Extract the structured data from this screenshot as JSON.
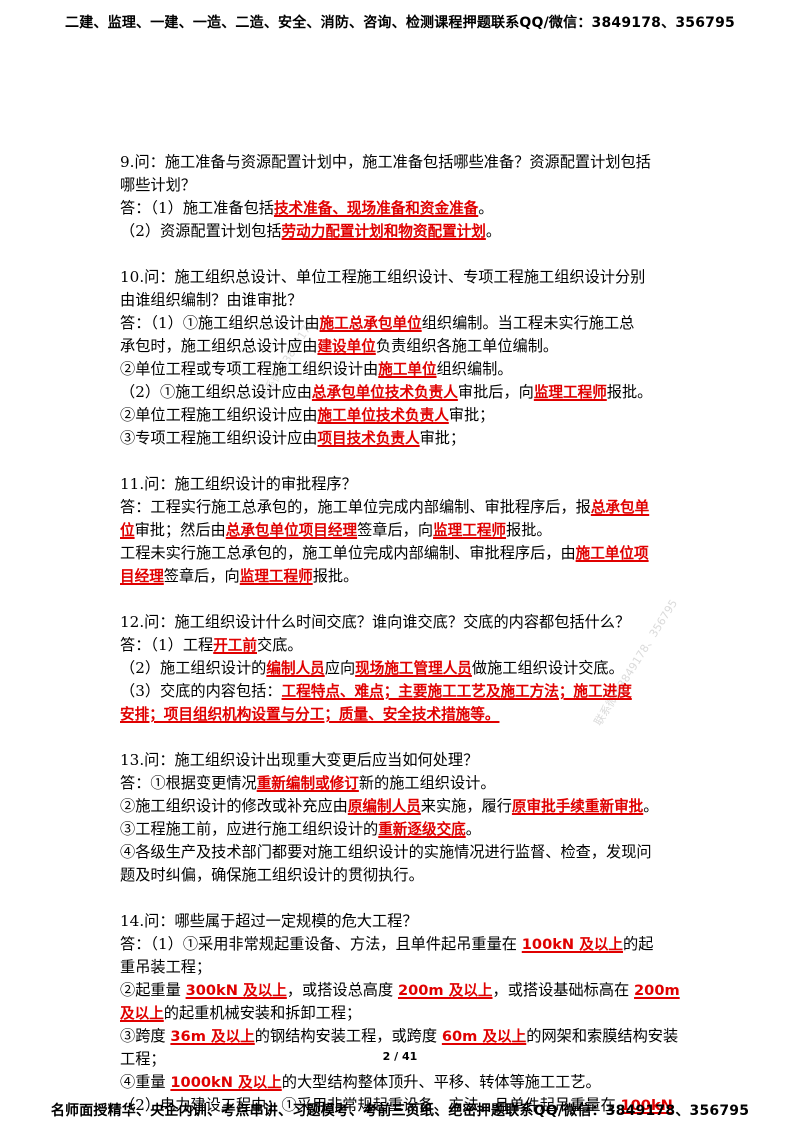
{
  "header": {
    "banner": "二建、监理、一建、一造、二造、安全、消防、咨询、检测课程押题联系QQ/微信：3849178、356795"
  },
  "footer": {
    "banner": "名师面授精华、央企内训、考点串讲、习题模考、考前三页纸、绝密押题联系QQ/微信：3849178、356795",
    "page_number": "2 / 41"
  },
  "watermarks": [
    "联系微信3849178",
    "联系微信3849178、356795"
  ],
  "sections": [
    {
      "lines": [
        [
          {
            "t": "9.问：施工准备与资源配置计划中，施工准备包括哪些准备？资源配置计划包括"
          }
        ],
        [
          {
            "t": "哪些计划？"
          }
        ],
        [
          {
            "t": "答：（1）施工准备包括"
          },
          {
            "t": "技术准备、现场准备和资金准备",
            "h": true
          },
          {
            "t": "。"
          }
        ],
        [
          {
            "t": "（2）资源配置计划包括"
          },
          {
            "t": "劳动力配置计划和物资配置计划",
            "h": true
          },
          {
            "t": "。"
          }
        ]
      ]
    },
    {
      "lines": [
        [
          {
            "t": "10.问：施工组织总设计、单位工程施工组织设计、专项工程施工组织设计分别"
          }
        ],
        [
          {
            "t": "由谁组织编制？由谁审批？"
          }
        ],
        [
          {
            "t": "答：（1）①施工组织总设计由"
          },
          {
            "t": "施工总承包单位",
            "h": true
          },
          {
            "t": "组织编制。当工程未实行施工总"
          }
        ],
        [
          {
            "t": "承包时，施工组织总设计应由"
          },
          {
            "t": "建设单位",
            "h": true
          },
          {
            "t": "负责组织各施工单位编制。"
          }
        ],
        [
          {
            "t": "②单位工程或专项工程施工组织设计由"
          },
          {
            "t": "施工单位",
            "h": true
          },
          {
            "t": "组织编制。"
          }
        ],
        [
          {
            "t": "（2）①施工组织总设计应由"
          },
          {
            "t": "总承包单位技术负责人",
            "h": true
          },
          {
            "t": "审批后，向"
          },
          {
            "t": "监理工程师",
            "h": true
          },
          {
            "t": "报批。"
          }
        ],
        [
          {
            "t": "②单位工程施工组织设计应由"
          },
          {
            "t": "施工单位技术负责人",
            "h": true
          },
          {
            "t": "审批；"
          }
        ],
        [
          {
            "t": "③专项工程施工组织设计应由"
          },
          {
            "t": "项目技术负责人",
            "h": true
          },
          {
            "t": "审批；"
          }
        ]
      ]
    },
    {
      "lines": [
        [
          {
            "t": "11.问：施工组织设计的审批程序？"
          }
        ],
        [
          {
            "t": "答：工程实行施工总承包的，施工单位完成内部编制、审批程序后，报"
          },
          {
            "t": "总承包单",
            "h": true
          }
        ],
        [
          {
            "t": "位",
            "h": true
          },
          {
            "t": "审批；然后由"
          },
          {
            "t": "总承包单位项目经理",
            "h": true
          },
          {
            "t": "签章后，向"
          },
          {
            "t": "监理工程师",
            "h": true
          },
          {
            "t": "报批。"
          }
        ],
        [
          {
            "t": "工程未实行施工总承包的，施工单位完成内部编制、审批程序后，由"
          },
          {
            "t": "施工单位项",
            "h": true
          }
        ],
        [
          {
            "t": "目经理",
            "h": true
          },
          {
            "t": "签章后，向"
          },
          {
            "t": "监理工程师",
            "h": true
          },
          {
            "t": "报批。"
          }
        ]
      ]
    },
    {
      "lines": [
        [
          {
            "t": "12.问：施工组织设计什么时间交底？谁向谁交底？交底的内容都包括什么？"
          }
        ],
        [
          {
            "t": "答：（1）工程"
          },
          {
            "t": "开工前",
            "h": true
          },
          {
            "t": "交底。"
          }
        ],
        [
          {
            "t": "（2）施工组织设计的"
          },
          {
            "t": "编制人员",
            "h": true
          },
          {
            "t": "应向"
          },
          {
            "t": "现场施工管理人员",
            "h": true
          },
          {
            "t": "做施工组织设计交底。"
          }
        ],
        [
          {
            "t": "（3）交底的内容包括："
          },
          {
            "t": "工程特点、难点；主要施工工艺及施工方法；施工进度",
            "h": true
          }
        ],
        [
          {
            "t": "安排；项目组织机构设置与分工；质量、安全技术措施等。",
            "h": true
          }
        ]
      ]
    },
    {
      "lines": [
        [
          {
            "t": "13.问：施工组织设计出现重大变更后应当如何处理？"
          }
        ],
        [
          {
            "t": "答：①根据变更情况"
          },
          {
            "t": "重新编制或修订",
            "h": true
          },
          {
            "t": "新的施工组织设计。"
          }
        ],
        [
          {
            "t": "②施工组织设计的修改或补充应由"
          },
          {
            "t": "原编制人员",
            "h": true
          },
          {
            "t": "来实施，履行"
          },
          {
            "t": "原审批手续重新审批",
            "h": true
          },
          {
            "t": "。"
          }
        ],
        [
          {
            "t": "③工程施工前，应进行施工组织设计的"
          },
          {
            "t": "重新逐级交底",
            "h": true
          },
          {
            "t": "。"
          }
        ],
        [
          {
            "t": "④各级生产及技术部门都要对施工组织设计的实施情况进行监督、检查，发现问"
          }
        ],
        [
          {
            "t": "题及时纠偏，确保施工组织设计的贯彻执行。"
          }
        ]
      ]
    },
    {
      "lines": [
        [
          {
            "t": "14.问：哪些属于超过一定规模的危大工程？"
          }
        ],
        [
          {
            "t": "答：（1）①采用非常规起重设备、方法，且单件起吊重量在 "
          },
          {
            "t": "100kN 及以上",
            "h": true
          },
          {
            "t": "的起"
          }
        ],
        [
          {
            "t": "重吊装工程；"
          }
        ],
        [
          {
            "t": "②起重量 "
          },
          {
            "t": "300kN 及以上",
            "h": true
          },
          {
            "t": "，或搭设总高度 "
          },
          {
            "t": "200m 及以上",
            "h": true
          },
          {
            "t": "，或搭设基础标高在 "
          },
          {
            "t": "200m",
            "h": true
          }
        ],
        [
          {
            "t": "及以上",
            "h": true
          },
          {
            "t": "的起重机械安装和拆卸工程；"
          }
        ],
        [
          {
            "t": "③跨度 "
          },
          {
            "t": "36m 及以上",
            "h": true
          },
          {
            "t": "的钢结构安装工程，或跨度 "
          },
          {
            "t": "60m 及以上",
            "h": true
          },
          {
            "t": "的网架和索膜结构安装"
          }
        ],
        [
          {
            "t": "工程；"
          }
        ],
        [
          {
            "t": "④重量 "
          },
          {
            "t": "1000kN 及以上",
            "h": true
          },
          {
            "t": "的大型结构整体顶升、平移、转体等施工工艺。"
          }
        ],
        [
          {
            "t": "（2）电力建设工程中：①采用非常规起重设备、方法，且单件起吊重量在 "
          },
          {
            "t": "100kN",
            "h": true
          }
        ]
      ]
    }
  ]
}
